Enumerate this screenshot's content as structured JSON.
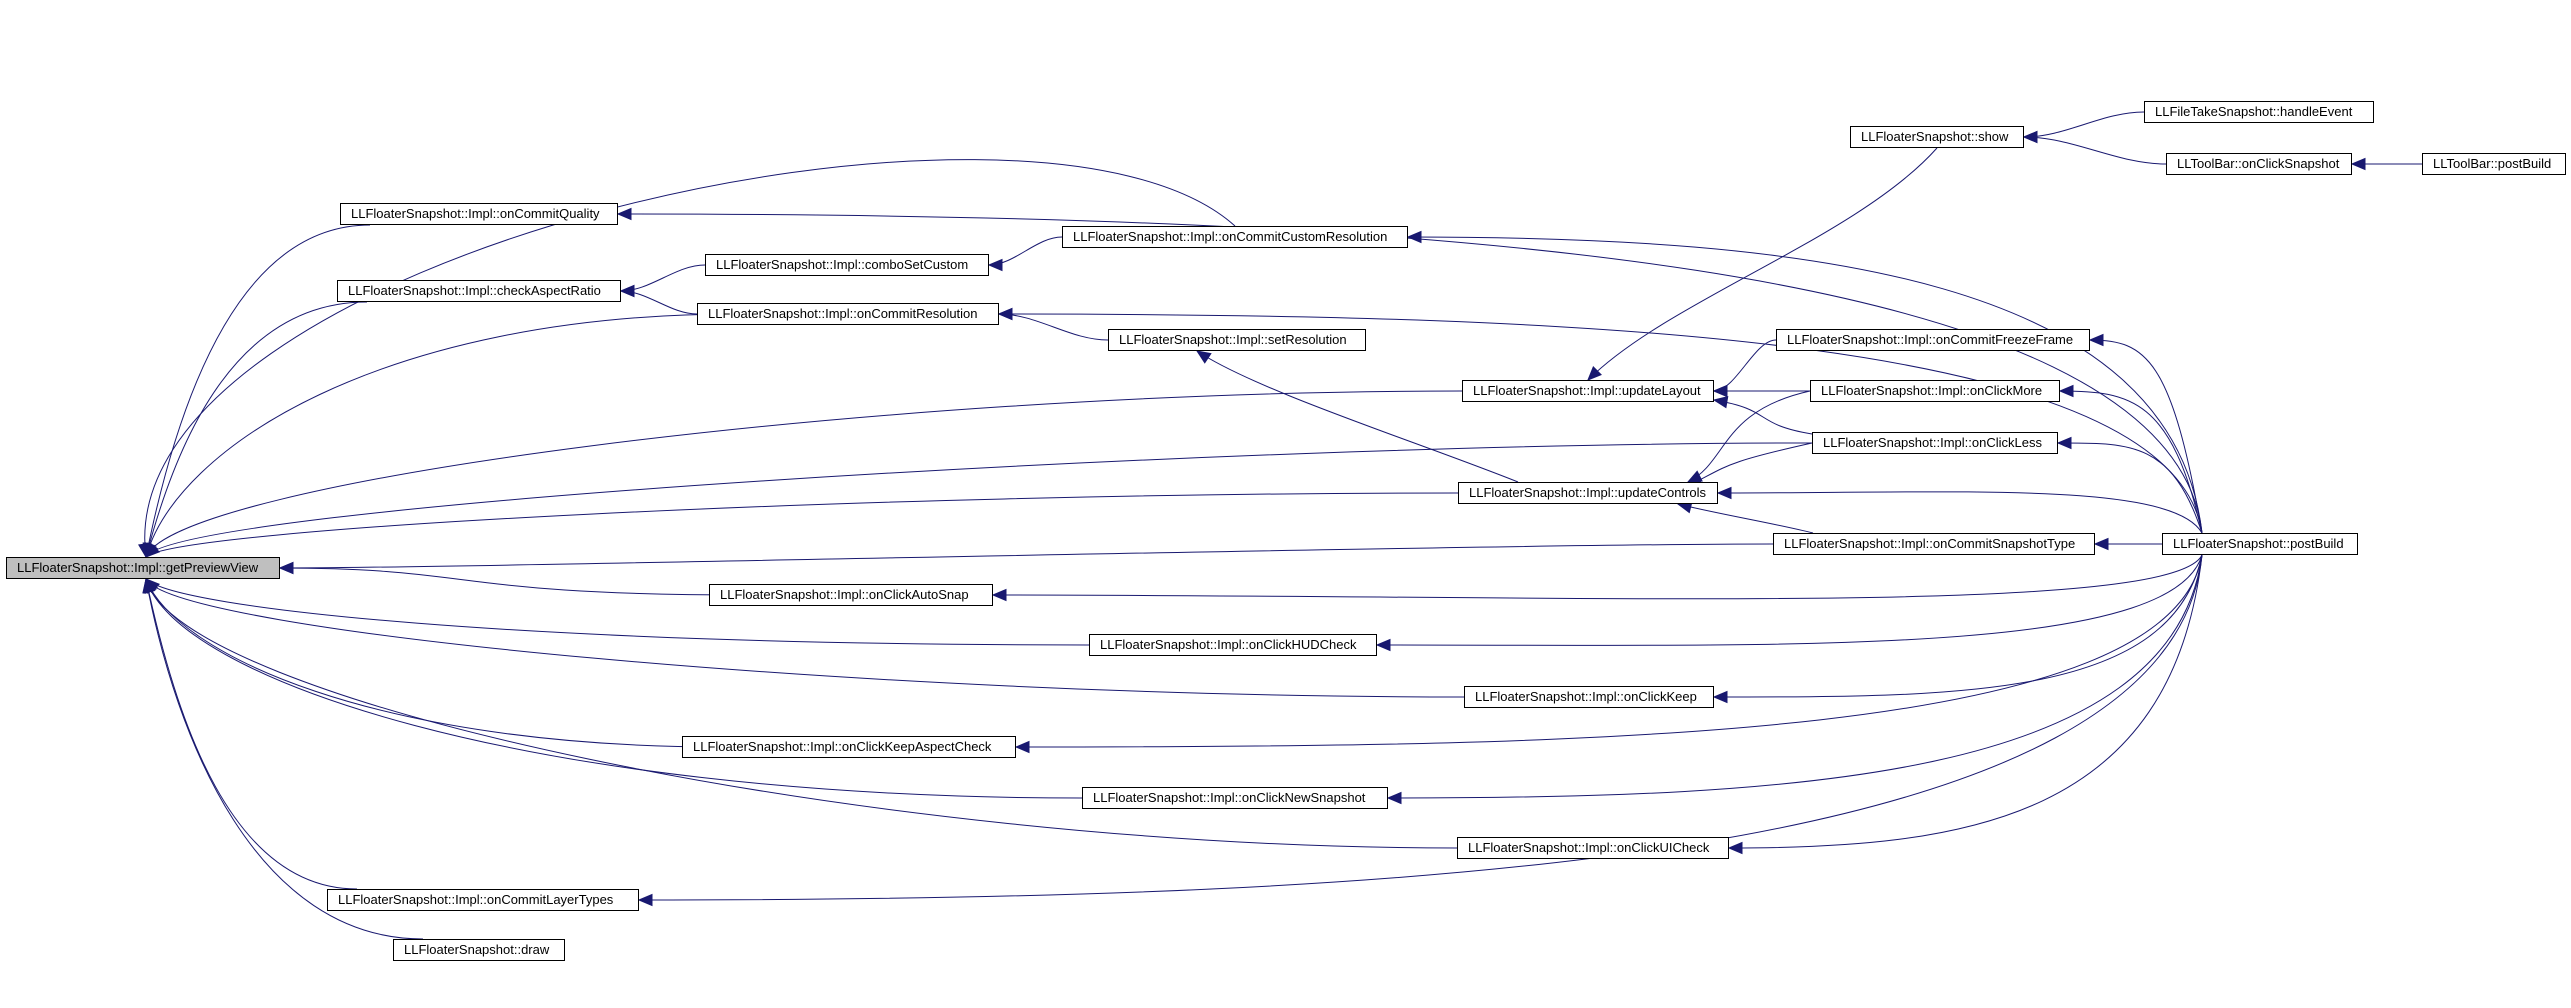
{
  "colors": {
    "edge": "#191970",
    "node_border": "#000000",
    "node_fill": "#ffffff",
    "root_fill": "#bfbfbf"
  },
  "nodes": {
    "getPreviewView": "LLFloaterSnapshot::Impl::getPreviewView",
    "onCommitQuality": "LLFloaterSnapshot::Impl::onCommitQuality",
    "checkAspectRatio": "LLFloaterSnapshot::Impl::checkAspectRatio",
    "comboSetCustom": "LLFloaterSnapshot::Impl::comboSetCustom",
    "onCommitCustomResolution": "LLFloaterSnapshot::Impl::onCommitCustomResolution",
    "onCommitResolution": "LLFloaterSnapshot::Impl::onCommitResolution",
    "setResolution": "LLFloaterSnapshot::Impl::setResolution",
    "updateLayout": "LLFloaterSnapshot::Impl::updateLayout",
    "updateControls": "LLFloaterSnapshot::Impl::updateControls",
    "onCommitFreezeFrame": "LLFloaterSnapshot::Impl::onCommitFreezeFrame",
    "onClickMore": "LLFloaterSnapshot::Impl::onClickMore",
    "onClickLess": "LLFloaterSnapshot::Impl::onClickLess",
    "onCommitSnapshotType": "LLFloaterSnapshot::Impl::onCommitSnapshotType",
    "show": "LLFloaterSnapshot::show",
    "handleEvent": "LLFileTakeSnapshot::handleEvent",
    "onClickSnapshot": "LLToolBar::onClickSnapshot",
    "toolbarPostBuild": "LLToolBar::postBuild",
    "postBuild": "LLFloaterSnapshot::postBuild",
    "onClickAutoSnap": "LLFloaterSnapshot::Impl::onClickAutoSnap",
    "onClickHUDCheck": "LLFloaterSnapshot::Impl::onClickHUDCheck",
    "onClickKeep": "LLFloaterSnapshot::Impl::onClickKeep",
    "onClickKeepAspectCheck": "LLFloaterSnapshot::Impl::onClickKeepAspectCheck",
    "onClickNewSnapshot": "LLFloaterSnapshot::Impl::onClickNewSnapshot",
    "onClickUICheck": "LLFloaterSnapshot::Impl::onClickUICheck",
    "onCommitLayerTypes": "LLFloaterSnapshot::Impl::onCommitLayerTypes",
    "draw": "LLFloaterSnapshot::draw"
  },
  "edges": [
    [
      "onCommitQuality",
      "getPreviewView"
    ],
    [
      "checkAspectRatio",
      "getPreviewView"
    ],
    [
      "onCommitCustomResolution",
      "getPreviewView"
    ],
    [
      "onCommitResolution",
      "getPreviewView"
    ],
    [
      "updateLayout",
      "getPreviewView"
    ],
    [
      "onClickLess",
      "getPreviewView"
    ],
    [
      "updateControls",
      "getPreviewView"
    ],
    [
      "onCommitSnapshotType",
      "getPreviewView"
    ],
    [
      "onClickAutoSnap",
      "getPreviewView"
    ],
    [
      "onClickHUDCheck",
      "getPreviewView"
    ],
    [
      "onClickKeep",
      "getPreviewView"
    ],
    [
      "onClickKeepAspectCheck",
      "getPreviewView"
    ],
    [
      "onClickNewSnapshot",
      "getPreviewView"
    ],
    [
      "onClickUICheck",
      "getPreviewView"
    ],
    [
      "onCommitLayerTypes",
      "getPreviewView"
    ],
    [
      "draw",
      "getPreviewView"
    ],
    [
      "postBuild",
      "onCommitQuality"
    ],
    [
      "comboSetCustom",
      "checkAspectRatio"
    ],
    [
      "onCommitResolution",
      "checkAspectRatio"
    ],
    [
      "onCommitCustomResolution",
      "comboSetCustom"
    ],
    [
      "postBuild",
      "onCommitCustomResolution"
    ],
    [
      "postBuild",
      "onCommitResolution"
    ],
    [
      "setResolution",
      "onCommitResolution"
    ],
    [
      "updateControls",
      "setResolution"
    ],
    [
      "onCommitFreezeFrame",
      "updateLayout"
    ],
    [
      "onClickMore",
      "updateLayout"
    ],
    [
      "onClickLess",
      "updateLayout"
    ],
    [
      "show",
      "updateLayout"
    ],
    [
      "handleEvent",
      "show"
    ],
    [
      "onClickSnapshot",
      "show"
    ],
    [
      "toolbarPostBuild",
      "onClickSnapshot"
    ],
    [
      "postBuild",
      "onCommitFreezeFrame"
    ],
    [
      "postBuild",
      "onClickMore"
    ],
    [
      "postBuild",
      "onClickLess"
    ],
    [
      "onClickMore",
      "updateControls"
    ],
    [
      "onClickLess",
      "updateControls"
    ],
    [
      "postBuild",
      "updateControls"
    ],
    [
      "onCommitSnapshotType",
      "updateControls"
    ],
    [
      "postBuild",
      "onCommitSnapshotType"
    ],
    [
      "postBuild",
      "onClickAutoSnap"
    ],
    [
      "postBuild",
      "onClickHUDCheck"
    ],
    [
      "postBuild",
      "onClickKeep"
    ],
    [
      "postBuild",
      "onClickKeepAspectCheck"
    ],
    [
      "postBuild",
      "onClickNewSnapshot"
    ],
    [
      "postBuild",
      "onClickUICheck"
    ],
    [
      "postBuild",
      "onCommitLayerTypes"
    ]
  ]
}
